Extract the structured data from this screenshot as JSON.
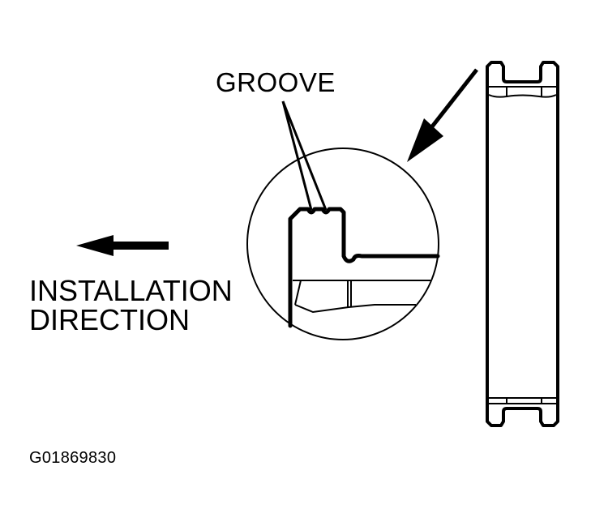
{
  "diagram": {
    "labels": {
      "groove": "GROOVE",
      "installation_line1": "INSTALLATION",
      "installation_line2": "DIRECTION",
      "figure_id": "G01869830"
    },
    "components": {
      "detail_circle": "magnified cross-section of seal lip with two grooves",
      "ring": "seal ring side profile",
      "pointer_arrow": "arrow from ring to detail circle",
      "direction_arrow": "arrow pointing left (installation direction)"
    },
    "colors": {
      "line": "#000000",
      "background": "#ffffff"
    }
  }
}
